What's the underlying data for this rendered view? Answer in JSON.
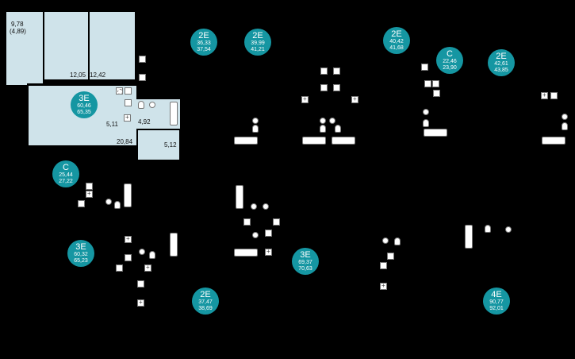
{
  "plan_labels": {
    "balcony_area": "9,78",
    "balcony_area_alt": "(4,89)",
    "room_a": "12,05",
    "room_b": "12,42",
    "hall": "5,11",
    "bath": "4,92",
    "kitchen": "20,84",
    "storage": "5,12"
  },
  "apartments": [
    {
      "type": "2E",
      "area": "36,33",
      "total": "37,54"
    },
    {
      "type": "2E",
      "area": "39,99",
      "total": "41,21"
    },
    {
      "type": "2E",
      "area": "40,42",
      "total": "41,68"
    },
    {
      "type": "C",
      "area": "22,46",
      "total": "23,90"
    },
    {
      "type": "2E",
      "area": "42,61",
      "total": "43,85"
    },
    {
      "type": "3E",
      "area": "60,46",
      "total": "65,35"
    },
    {
      "type": "C",
      "area": "25,44",
      "total": "27,22"
    },
    {
      "type": "3E",
      "area": "60,32",
      "total": "65,23"
    },
    {
      "type": "3E",
      "area": "69,37",
      "total": "70,63"
    },
    {
      "type": "2E",
      "area": "37,47",
      "total": "38,69"
    },
    {
      "type": "4E",
      "area": "90,77",
      "total": "92,01"
    }
  ],
  "colors": {
    "badge": "#1596a2",
    "room_fill": "#cfe3ea",
    "background": "#000000"
  }
}
